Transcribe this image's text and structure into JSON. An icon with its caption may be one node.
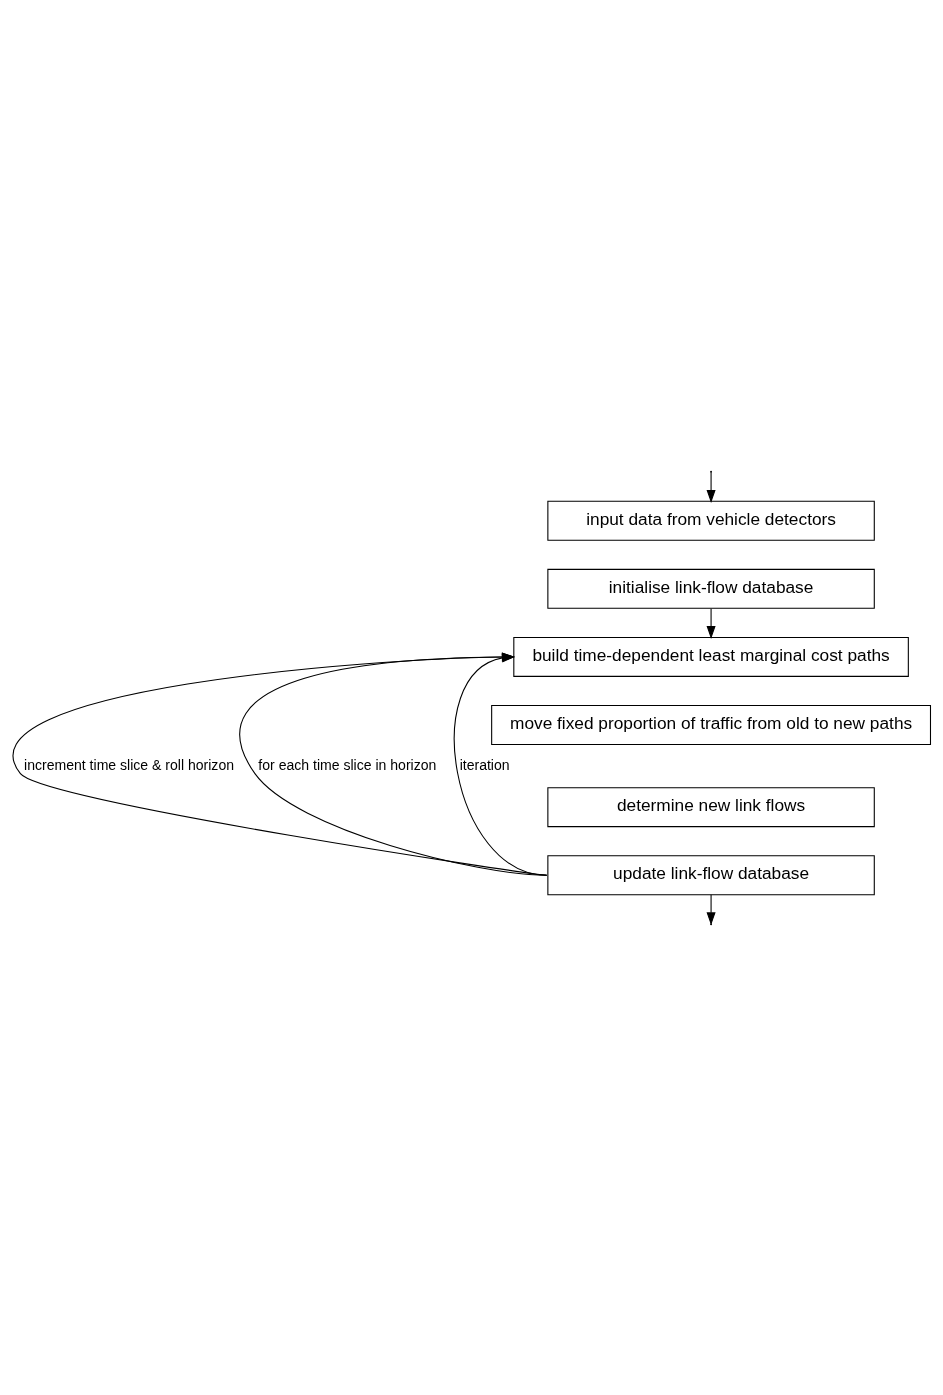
{
  "diagram": {
    "nodes": [
      {
        "text": [
          "input data from vehicle detectors"
        ]
      },
      {
        "text": [
          "initialise link-flow database"
        ]
      },
      {
        "text": [
          "build time-dependent least marginal cost paths"
        ]
      },
      {
        "text": [
          "move fixed proportion of traffic from old to new paths"
        ]
      },
      {
        "text": [
          "determine new link flows"
        ]
      },
      {
        "text": [
          "update link-flow database"
        ]
      }
    ],
    "edges": [
      {
        "from": null,
        "to": 0,
        "arrow": "to"
      },
      {
        "from": 1,
        "to": 2,
        "arrow": "to"
      },
      {
        "from": 5,
        "to": 2,
        "arrow": "to",
        "label": "for each time slice in horizon"
      },
      {
        "from": 5,
        "to": 2,
        "arrow": "to",
        "label": "iteration"
      },
      {
        "from": 5,
        "to": 2,
        "arrow": "to",
        "label": "increment time slice & roll horizon"
      },
      {
        "from": 5,
        "to": null,
        "arrow": "to"
      }
    ]
  }
}
